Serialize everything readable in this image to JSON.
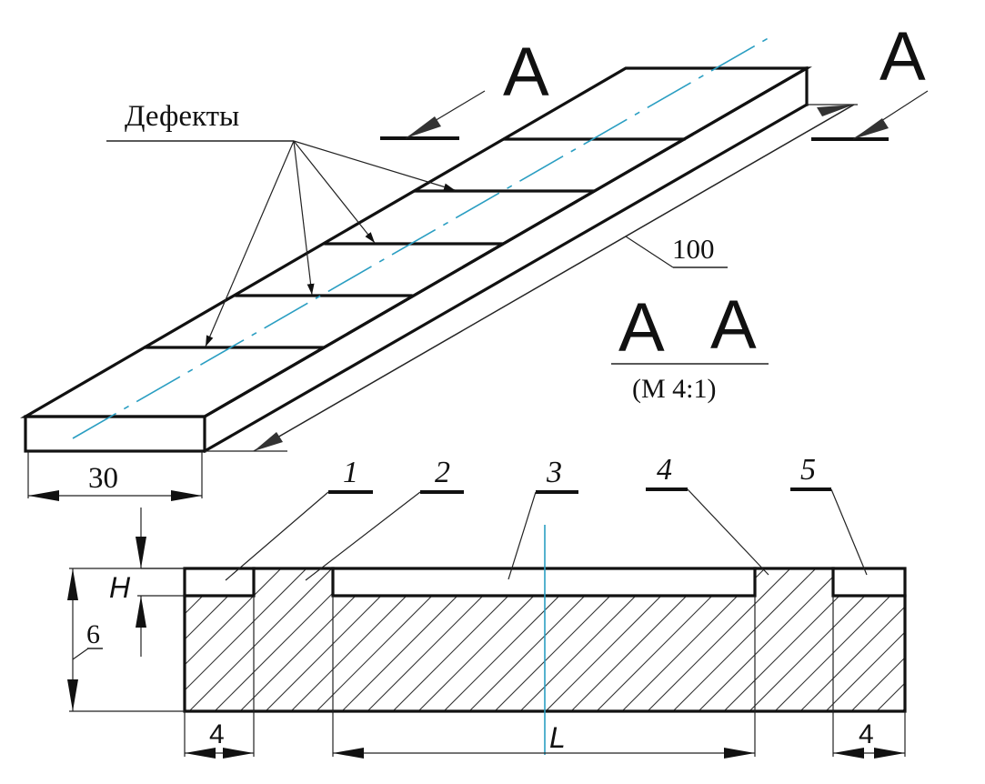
{
  "figure": {
    "defects_label": "Дефекты",
    "section_letter_left": "A",
    "section_letter_right": "A",
    "section_view_title_left": "A",
    "section_view_title_right": "A",
    "section_view_scale": "(M 4:1)",
    "length_callout": "100",
    "width_dimension": "30",
    "height_label": "H",
    "height_callout": "6",
    "left_groove_width": "4",
    "right_groove_width": "4",
    "center_length_label": "L",
    "callouts": [
      "1",
      "2",
      "3",
      "4",
      "5"
    ],
    "defect_count": 5,
    "colors": {
      "line": "#111111",
      "axis": "#2a9ec2",
      "background": "#ffffff"
    }
  }
}
